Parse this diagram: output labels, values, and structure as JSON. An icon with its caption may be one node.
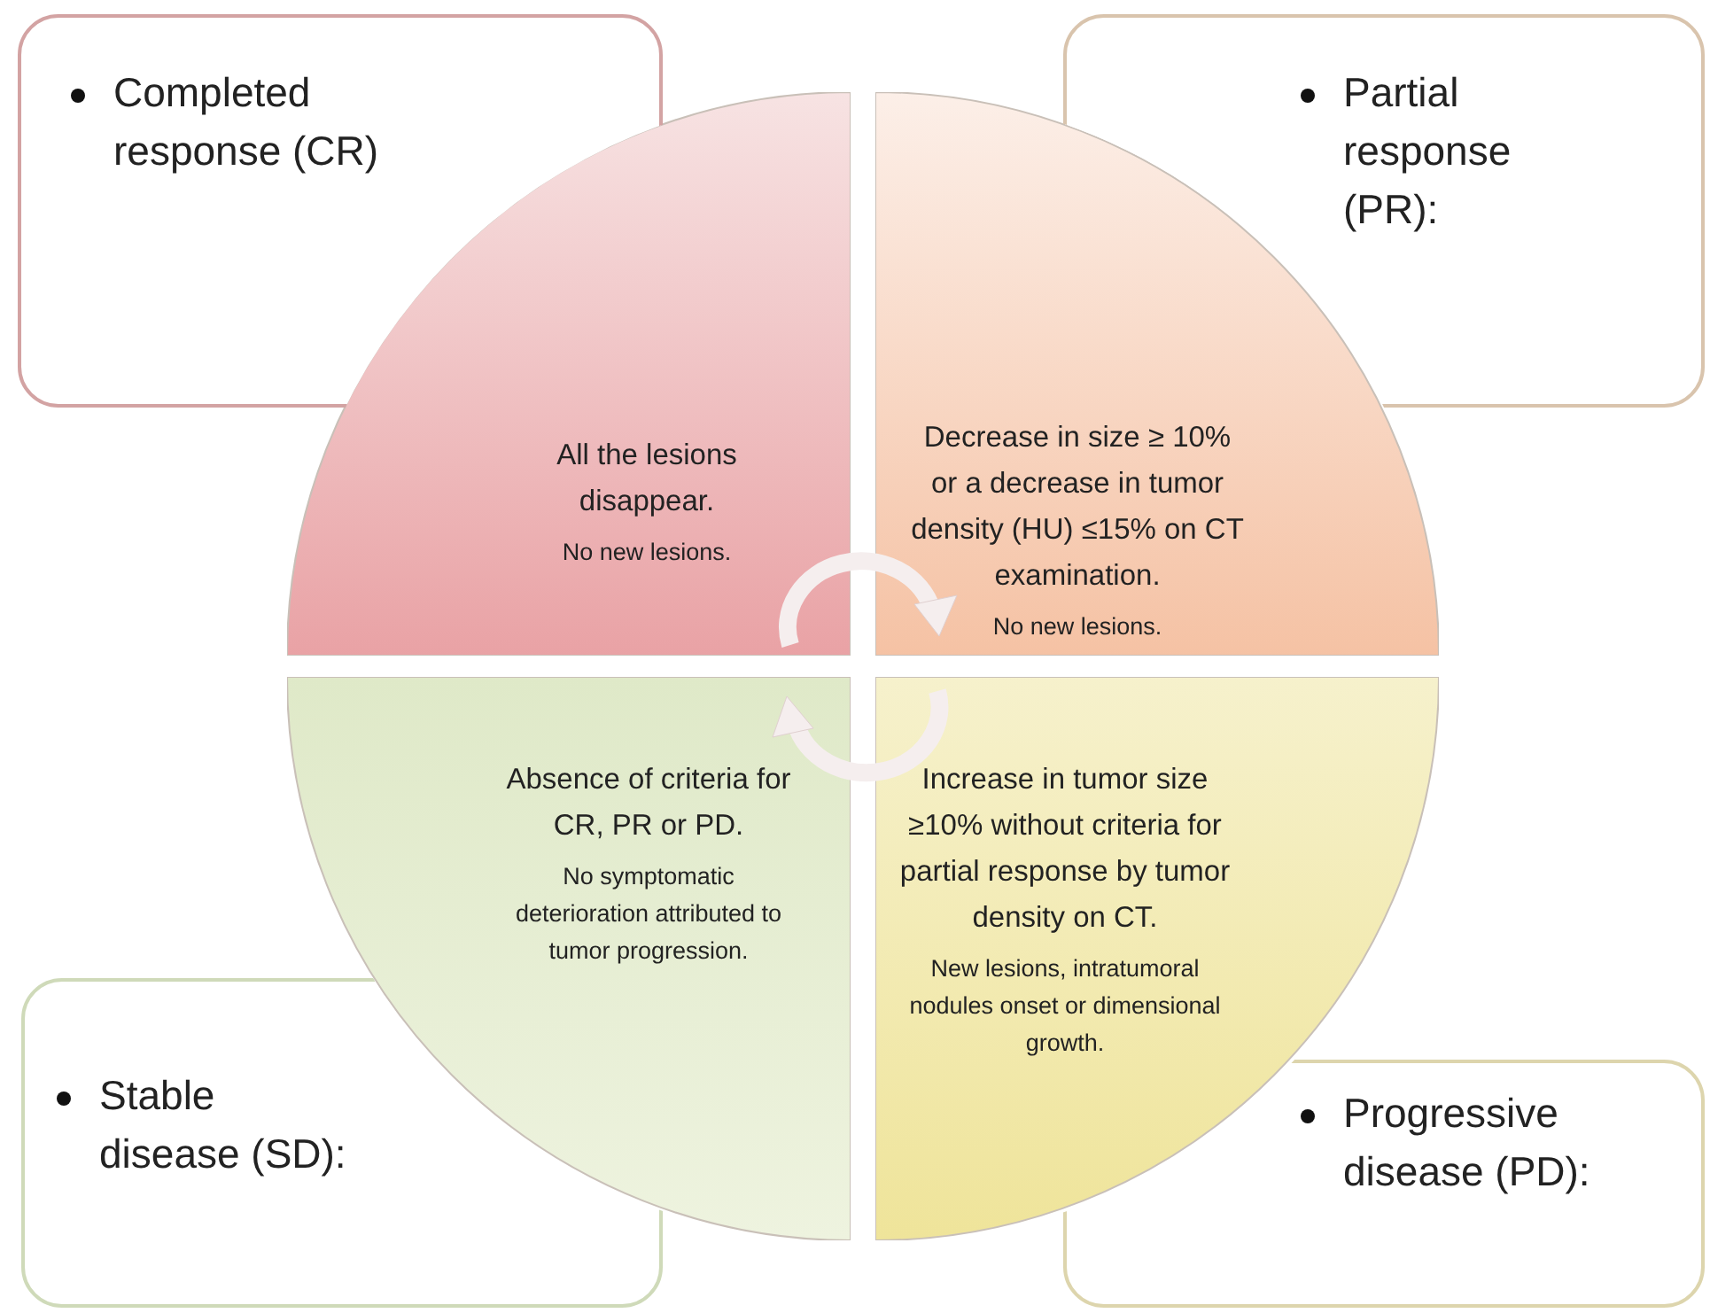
{
  "diagram": {
    "nodes": [
      {
        "text": [
          "Completed response (CR)"
        ]
      },
      {
        "text": [
          "Partial response (PR):"
        ]
      },
      {
        "text": [
          "All the lesions disappear.",
          "No new lesions."
        ]
      },
      {
        "text": [
          "Decrease in size ≥ 10% or a decrease in tumor density (HU) ≤15% on CT examination.",
          "No new lesions."
        ]
      },
      {
        "text": [
          "Absence of criteria for CR, PR or PD.",
          "No symptomatic deterioration attributed to tumor progression."
        ]
      },
      {
        "text": [
          "Increase in tumor size ≥10% without criteria for partial response by tumor density on CT.",
          "New lesions, intratumoral nodules onset or dimensional growth."
        ]
      },
      {
        "text": [
          "Stable disease (SD):"
        ]
      },
      {
        "text": [
          "Progressive disease (PD):"
        ]
      }
    ]
  }
}
